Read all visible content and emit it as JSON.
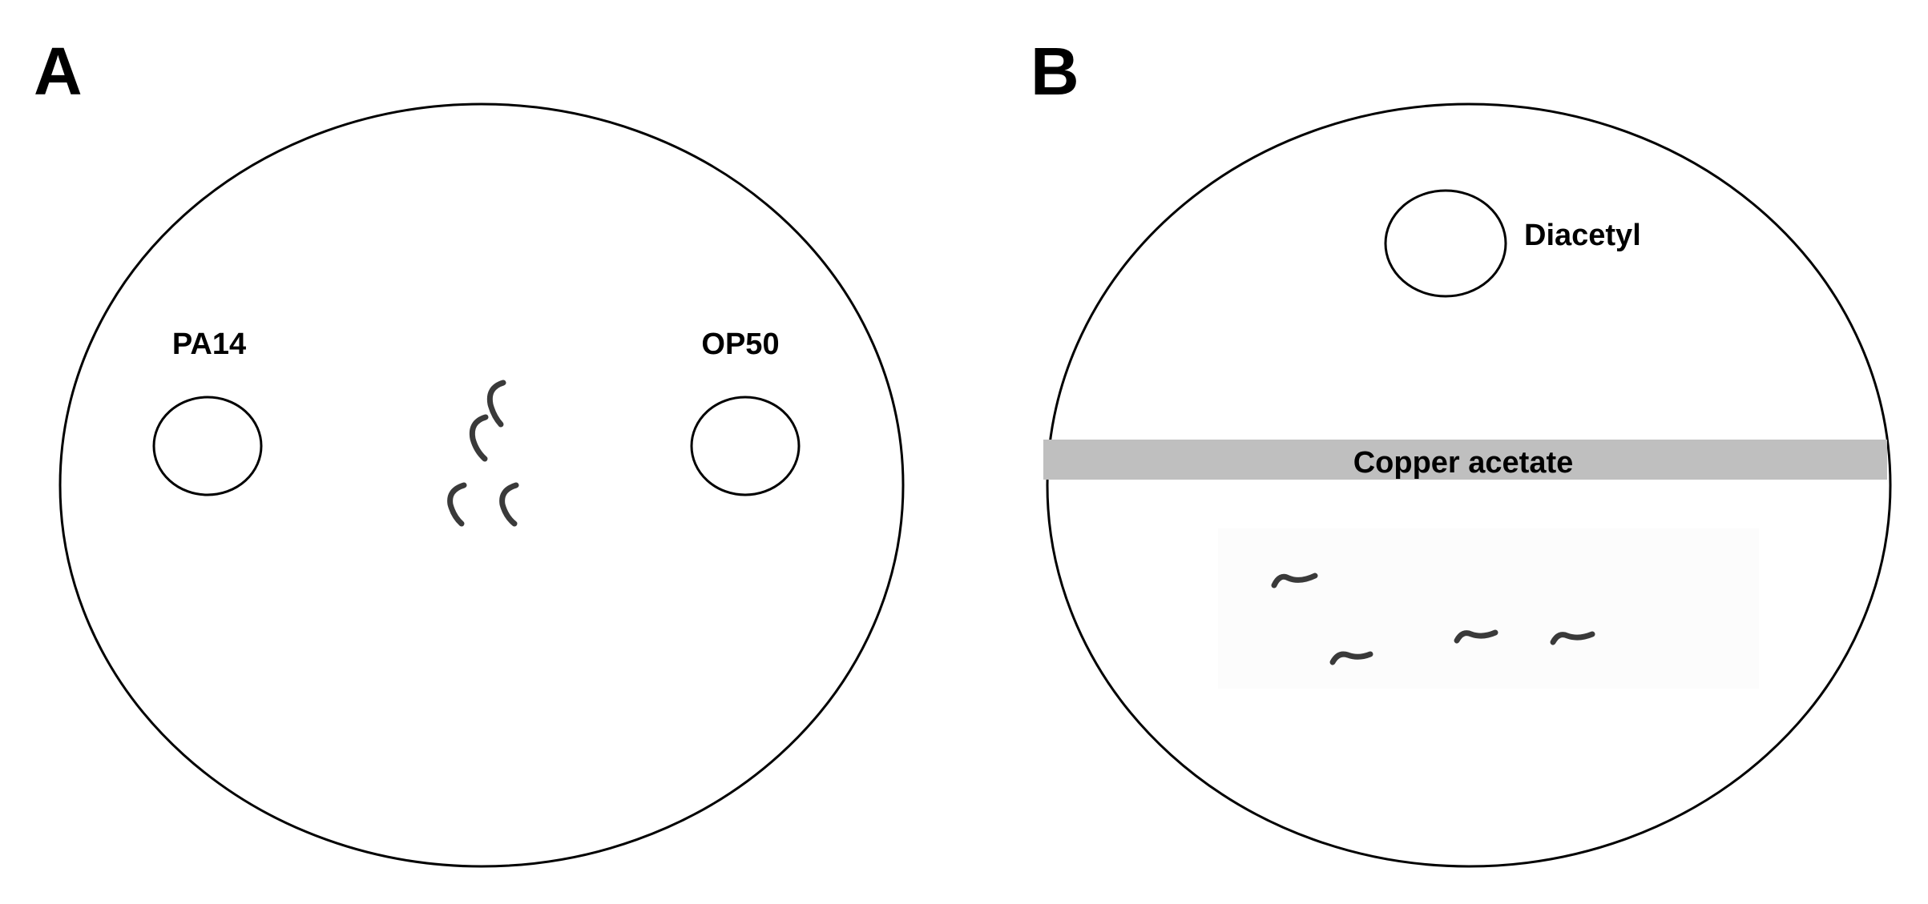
{
  "panel_a": {
    "label": "A",
    "spots": [
      {
        "label": "PA14"
      },
      {
        "label": "OP50"
      }
    ],
    "worm_count": 4
  },
  "panel_b": {
    "label": "B",
    "spot_label": "Diacetyl",
    "barrier_label": "Copper acetate",
    "barrier_color": "#bfbfbf",
    "worm_count": 4
  }
}
